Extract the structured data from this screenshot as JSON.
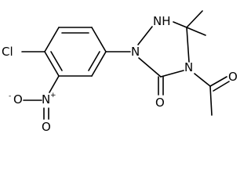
{
  "molecule": {
    "atoms": {
      "cl": "Cl",
      "n_nitro": "N",
      "n_nitro_charge": "+",
      "o_nitro_top": "O",
      "o_nitro_top_charge": "-",
      "o_nitro_bottom": "O",
      "n_ring1": "N",
      "nh_ring": "NH",
      "n_ring4": "N",
      "o_carbonyl_ring": "O",
      "o_acetyl": "O"
    }
  }
}
